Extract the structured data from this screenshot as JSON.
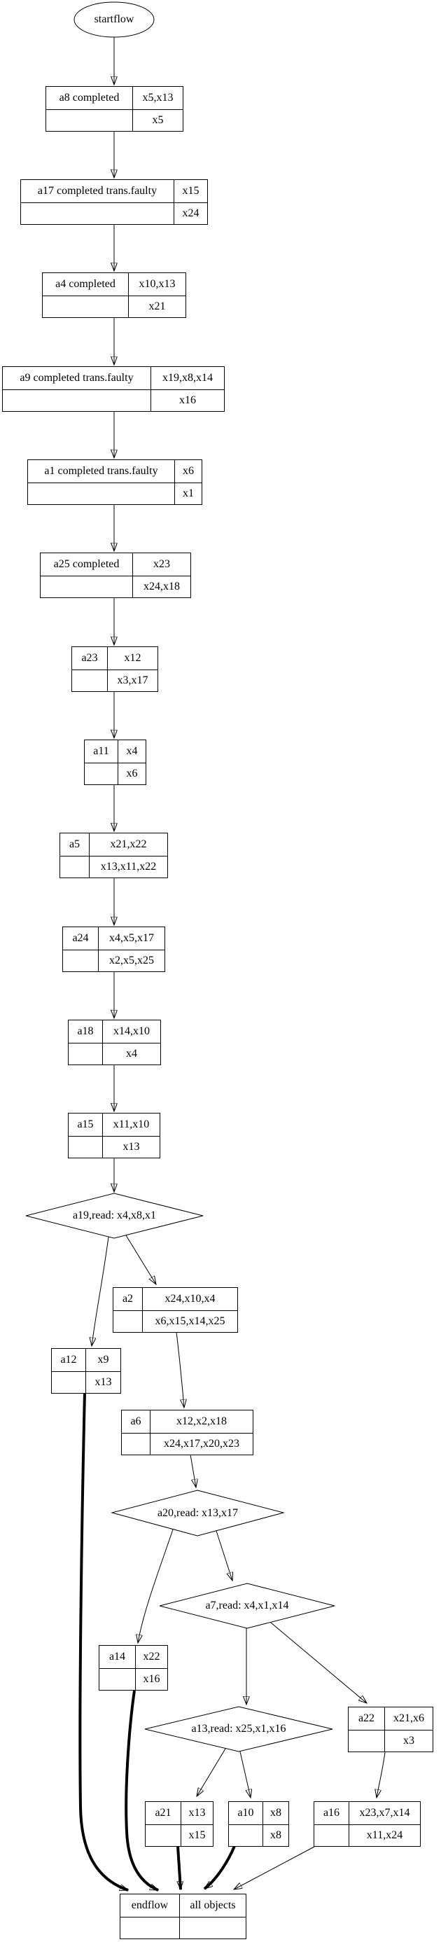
{
  "diagram": {
    "background": "#ffffff",
    "line_color": "#000000",
    "start_label": "startflow",
    "end_label": "endflow"
  },
  "nodes": {
    "startflow": {
      "label": "startflow"
    },
    "a8": {
      "name": "a8 completed",
      "top": "x5,x13",
      "bottom": "x5"
    },
    "a17": {
      "name": "a17 completed trans.faulty",
      "top": "x15",
      "bottom": "x24"
    },
    "a4": {
      "name": "a4 completed",
      "top": "x10,x13",
      "bottom": "x21"
    },
    "a9": {
      "name": "a9 completed trans.faulty",
      "top": "x19,x8,x14",
      "bottom": "x16"
    },
    "a1": {
      "name": "a1 completed trans.faulty",
      "top": "x6",
      "bottom": "x1"
    },
    "a25": {
      "name": "a25 completed",
      "top": "x23",
      "bottom": "x24,x18"
    },
    "a23": {
      "name": "a23",
      "top": "x12",
      "bottom": "x3,x17"
    },
    "a11": {
      "name": "a11",
      "top": "x4",
      "bottom": "x6"
    },
    "a5": {
      "name": "a5",
      "top": "x21,x22",
      "bottom": "x13,x11,x22"
    },
    "a24": {
      "name": "a24",
      "top": "x4,x5,x17",
      "bottom": "x2,x5,x25"
    },
    "a18": {
      "name": "a18",
      "top": "x14,x10",
      "bottom": "x4"
    },
    "a15": {
      "name": "a15",
      "top": "x11,x10",
      "bottom": "x13"
    },
    "a19": {
      "label": "a19,read: x4,x8,x1"
    },
    "a2": {
      "name": "a2",
      "top": "x24,x10,x4",
      "bottom": "x6,x15,x14,x25"
    },
    "a12": {
      "name": "a12",
      "top": "x9",
      "bottom": "x13"
    },
    "a6": {
      "name": "a6",
      "top": "x12,x2,x18",
      "bottom": "x24,x17,x20,x23"
    },
    "a20": {
      "label": "a20,read: x13,x17"
    },
    "a7": {
      "label": "a7,read: x4,x1,x14"
    },
    "a14": {
      "name": "a14",
      "top": "x22",
      "bottom": "x16"
    },
    "a13": {
      "label": "a13,read: x25,x1,x16"
    },
    "a22": {
      "name": "a22",
      "top": "x21,x6",
      "bottom": "x3"
    },
    "a21": {
      "name": "a21",
      "top": "x13",
      "bottom": "x15"
    },
    "a10": {
      "name": "a10",
      "top": "x8",
      "bottom": "x8"
    },
    "a16": {
      "name": "a16",
      "top": "x23,x7,x14",
      "bottom": "x11,x24"
    },
    "endflow": {
      "name": "endflow",
      "top": "all objects",
      "bottom": ""
    }
  },
  "edges": [
    {
      "from": "startflow",
      "to": "a8",
      "style": "solid"
    },
    {
      "from": "a8",
      "to": "a17",
      "style": "solid"
    },
    {
      "from": "a17",
      "to": "a4",
      "style": "solid"
    },
    {
      "from": "a4",
      "to": "a9",
      "style": "solid"
    },
    {
      "from": "a9",
      "to": "a1",
      "style": "solid"
    },
    {
      "from": "a1",
      "to": "a25",
      "style": "solid"
    },
    {
      "from": "a25",
      "to": "a23",
      "style": "solid"
    },
    {
      "from": "a23",
      "to": "a11",
      "style": "solid"
    },
    {
      "from": "a11",
      "to": "a5",
      "style": "solid"
    },
    {
      "from": "a5",
      "to": "a24",
      "style": "solid"
    },
    {
      "from": "a24",
      "to": "a18",
      "style": "solid"
    },
    {
      "from": "a18",
      "to": "a15",
      "style": "solid"
    },
    {
      "from": "a15",
      "to": "a19",
      "style": "solid"
    },
    {
      "from": "a19",
      "to": "a12",
      "style": "solid"
    },
    {
      "from": "a19",
      "to": "a2",
      "style": "solid"
    },
    {
      "from": "a2",
      "to": "a6",
      "style": "solid"
    },
    {
      "from": "a6",
      "to": "a20",
      "style": "solid"
    },
    {
      "from": "a20",
      "to": "a14",
      "style": "solid"
    },
    {
      "from": "a20",
      "to": "a7",
      "style": "solid"
    },
    {
      "from": "a7",
      "to": "a13",
      "style": "solid"
    },
    {
      "from": "a7",
      "to": "a22",
      "style": "solid"
    },
    {
      "from": "a13",
      "to": "a21",
      "style": "solid"
    },
    {
      "from": "a13",
      "to": "a10",
      "style": "solid"
    },
    {
      "from": "a22",
      "to": "a16",
      "style": "solid"
    },
    {
      "from": "a12",
      "to": "endflow",
      "style": "bold"
    },
    {
      "from": "a14",
      "to": "endflow",
      "style": "bold"
    },
    {
      "from": "a21",
      "to": "endflow",
      "style": "bold"
    },
    {
      "from": "a10",
      "to": "endflow",
      "style": "bold"
    },
    {
      "from": "a16",
      "to": "endflow",
      "style": "solid"
    }
  ]
}
